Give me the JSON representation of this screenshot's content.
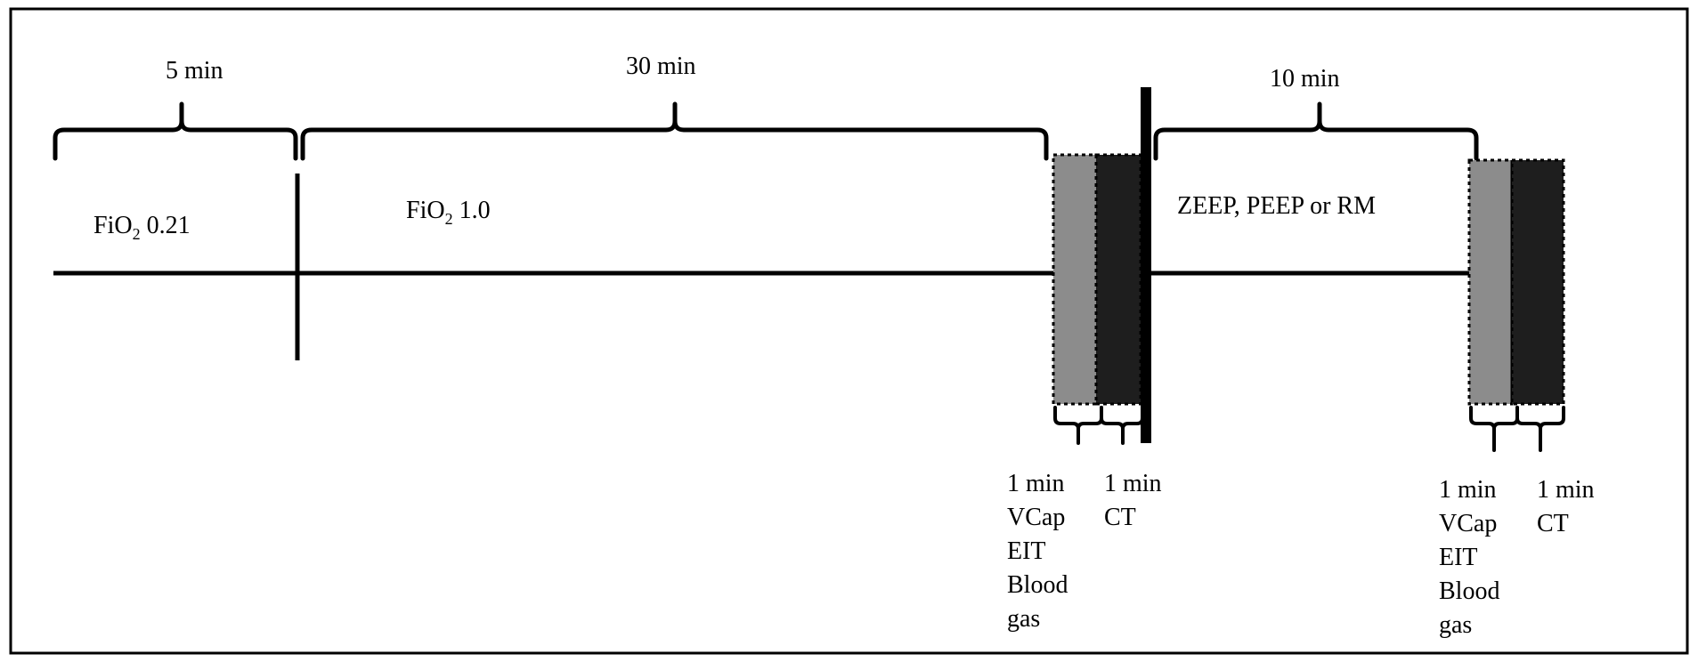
{
  "phases": {
    "baseline": {
      "duration": "5 min",
      "label_main": "FiO",
      "label_sub": "2",
      "label_rest": " 0.21"
    },
    "oxygen": {
      "duration": "30 min",
      "label_main": "FiO",
      "label_sub": "2",
      "label_rest": " 1.0"
    },
    "intervention": {
      "duration": "10 min",
      "label": "ZEEP, PEEP or RM"
    }
  },
  "measurements": {
    "first": {
      "light": {
        "duration": "1 min",
        "items": [
          "VCap",
          "EIT",
          "Blood",
          "gas"
        ]
      },
      "dark": {
        "duration": "1 min",
        "items": [
          "CT"
        ]
      }
    },
    "second": {
      "light": {
        "duration": "1 min",
        "items": [
          "VCap",
          "EIT",
          "Blood",
          "gas"
        ]
      },
      "dark": {
        "duration": "1 min",
        "items": [
          "CT"
        ]
      }
    }
  },
  "colors": {
    "light_block": "#8c8c8c",
    "dark_block": "#1e1e1e",
    "line": "#000000",
    "frame": "#000000"
  }
}
